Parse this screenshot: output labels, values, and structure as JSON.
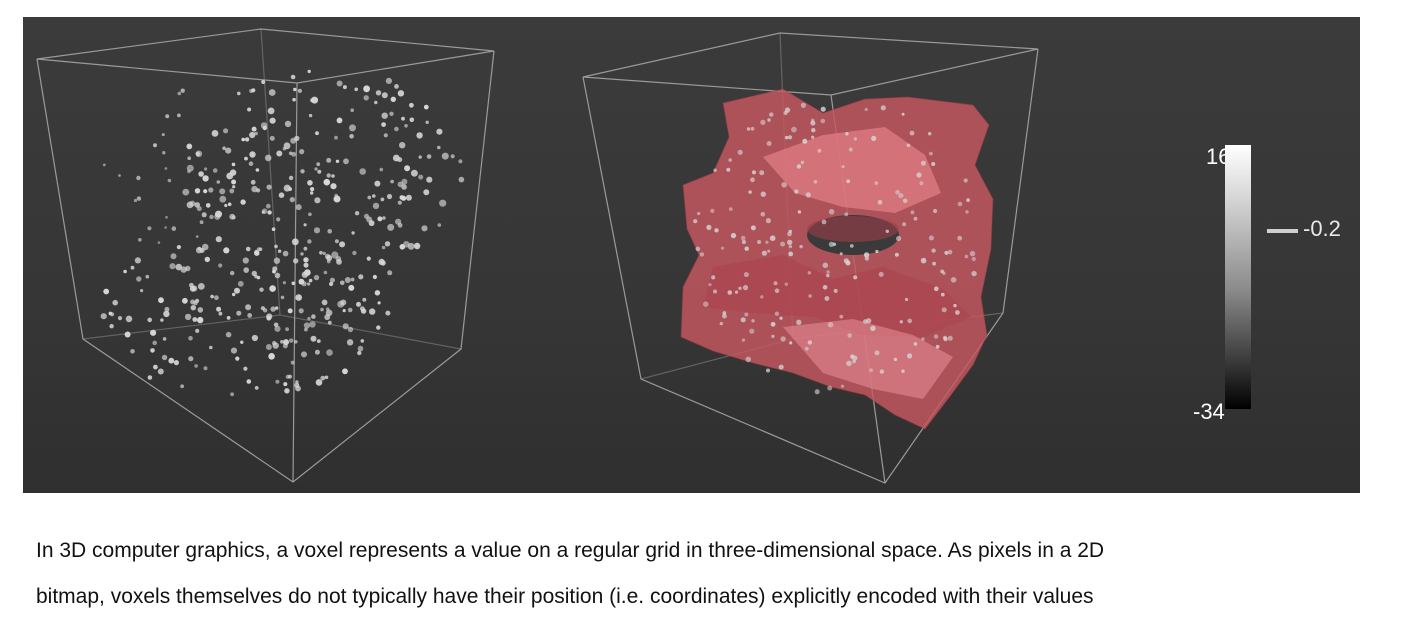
{
  "figure": {
    "left_panel": "voxel-point-cloud",
    "right_panel": "isosurface-with-voxels",
    "colors": {
      "background": "#363636",
      "box_edge": "#9a9a9a",
      "voxel_point": "#d8d8d8",
      "surface": "#d46a72"
    },
    "colorbar": {
      "max_label": "16",
      "min_label": "-34",
      "marker_label": "-0.2"
    }
  },
  "caption": {
    "line1": "In 3D computer graphics, a voxel represents a value on a regular grid in three-dimensional space. As pixels in a 2D",
    "line2": "bitmap, voxels themselves do not typically have their position (i.e. coordinates) explicitly encoded with their values"
  }
}
